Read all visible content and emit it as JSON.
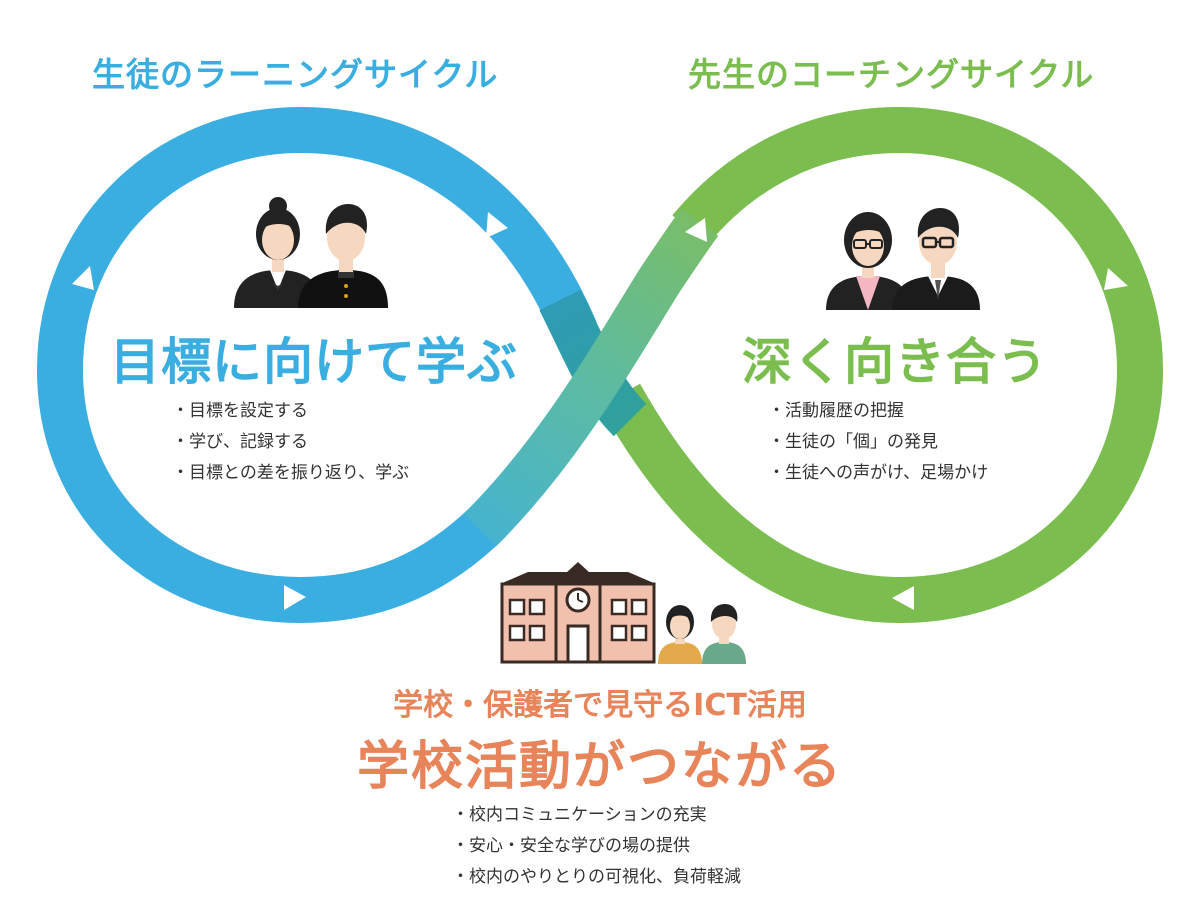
{
  "palette": {
    "blue": "#3aaee0",
    "green": "#7bbd4e",
    "orange": "#e8845a",
    "teal": "#3aa38c"
  },
  "left_cycle": {
    "title": "生徒のラーニングサイクル",
    "heading": "目標に向けて学ぶ",
    "icon": "students-icon",
    "items": [
      "目標を設定する",
      "学び、記録する",
      "目標との差を振り返り、学ぶ"
    ]
  },
  "right_cycle": {
    "title": "先生のコーチングサイクル",
    "heading": "深く向き合う",
    "icon": "teachers-icon",
    "items": [
      "活動履歴の把握",
      "生徒の「個」の発見",
      "生徒への声がけ、足場かけ"
    ]
  },
  "bottom": {
    "subtitle": "学校・保護者で見守るICT活用",
    "heading": "学校活動がつながる",
    "icons": [
      "school-building-icon",
      "parents-icon"
    ],
    "items": [
      "校内コミュニケーションの充実",
      "安心・安全な学びの場の提供",
      "校内のやりとりの可視化、負荷軽減"
    ]
  }
}
